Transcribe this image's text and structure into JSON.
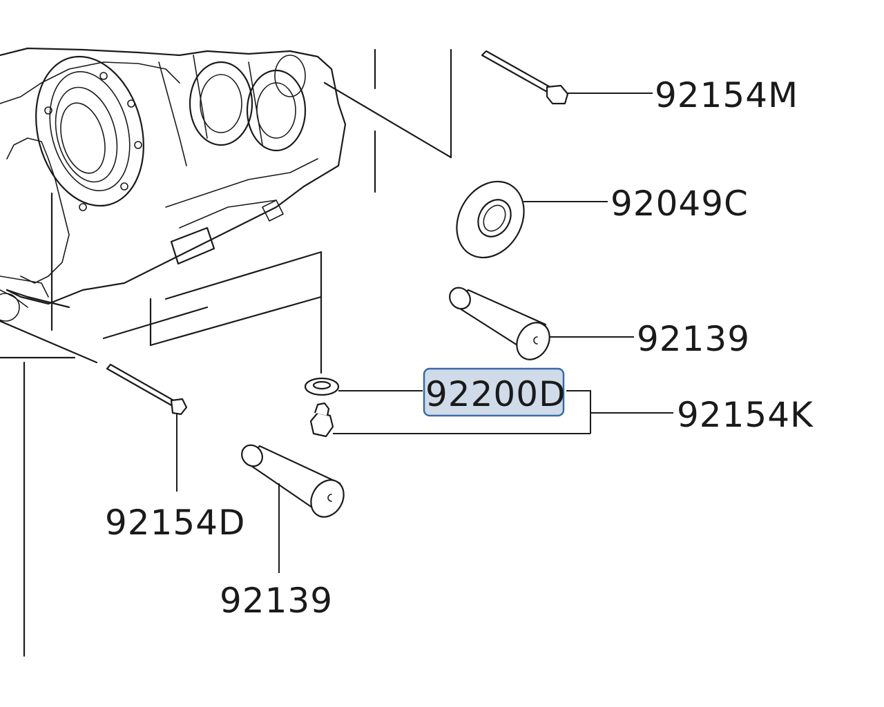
{
  "labels": {
    "p1": "92154M",
    "p2": "92049C",
    "p3": "92139",
    "p4": "92200D",
    "p5": "92154K",
    "p6": "92154D",
    "p7": "92139"
  },
  "highlight": {
    "target": "92200D",
    "fill": "#cfdbe9",
    "border": "#3a6aa8"
  }
}
